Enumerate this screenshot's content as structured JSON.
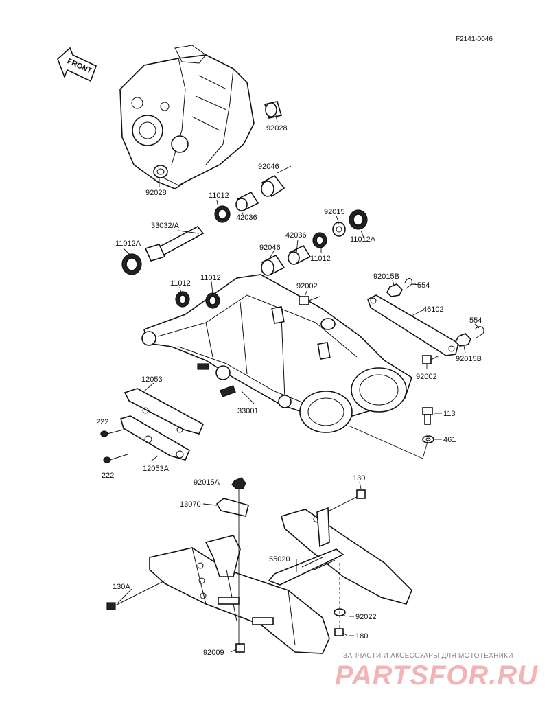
{
  "diagram_code": "F2141-0046",
  "front_label": "FRONT",
  "labels": {
    "l92028_a": "92028",
    "l92028_b": "92028",
    "l92046_a": "92046",
    "l11012_a": "11012",
    "l42036_a": "42036",
    "l33032": "33032/A",
    "l11012A_a": "11012A",
    "l92015_a": "92015",
    "l11012A_b": "11012A",
    "l42036_b": "42036",
    "l92046_b": "92046",
    "l11012_b": "11012",
    "l11012_c": "11012",
    "l11012_d": "11012",
    "l92002_a": "92002",
    "l92015B_a": "92015B",
    "l554_a": "554",
    "l46102": "46102",
    "l554_b": "554",
    "l92015B_b": "92015B",
    "l92002_b": "92002",
    "l12053": "12053",
    "l33001": "33001",
    "l113": "113",
    "l222_a": "222",
    "l461": "461",
    "l222_b": "222",
    "l12053A": "12053A",
    "l92015A": "92015A",
    "l130": "130",
    "l13070": "13070",
    "l55020": "55020",
    "l130A": "130A",
    "l92022": "92022",
    "l180": "180",
    "l92009": "92009"
  },
  "watermark": {
    "caption": "ЗАПЧАСТИ И АКСЕССУАРЫ ДЛЯ МОТОТЕХНИКИ",
    "logo": "PARTSFOR.RU"
  }
}
